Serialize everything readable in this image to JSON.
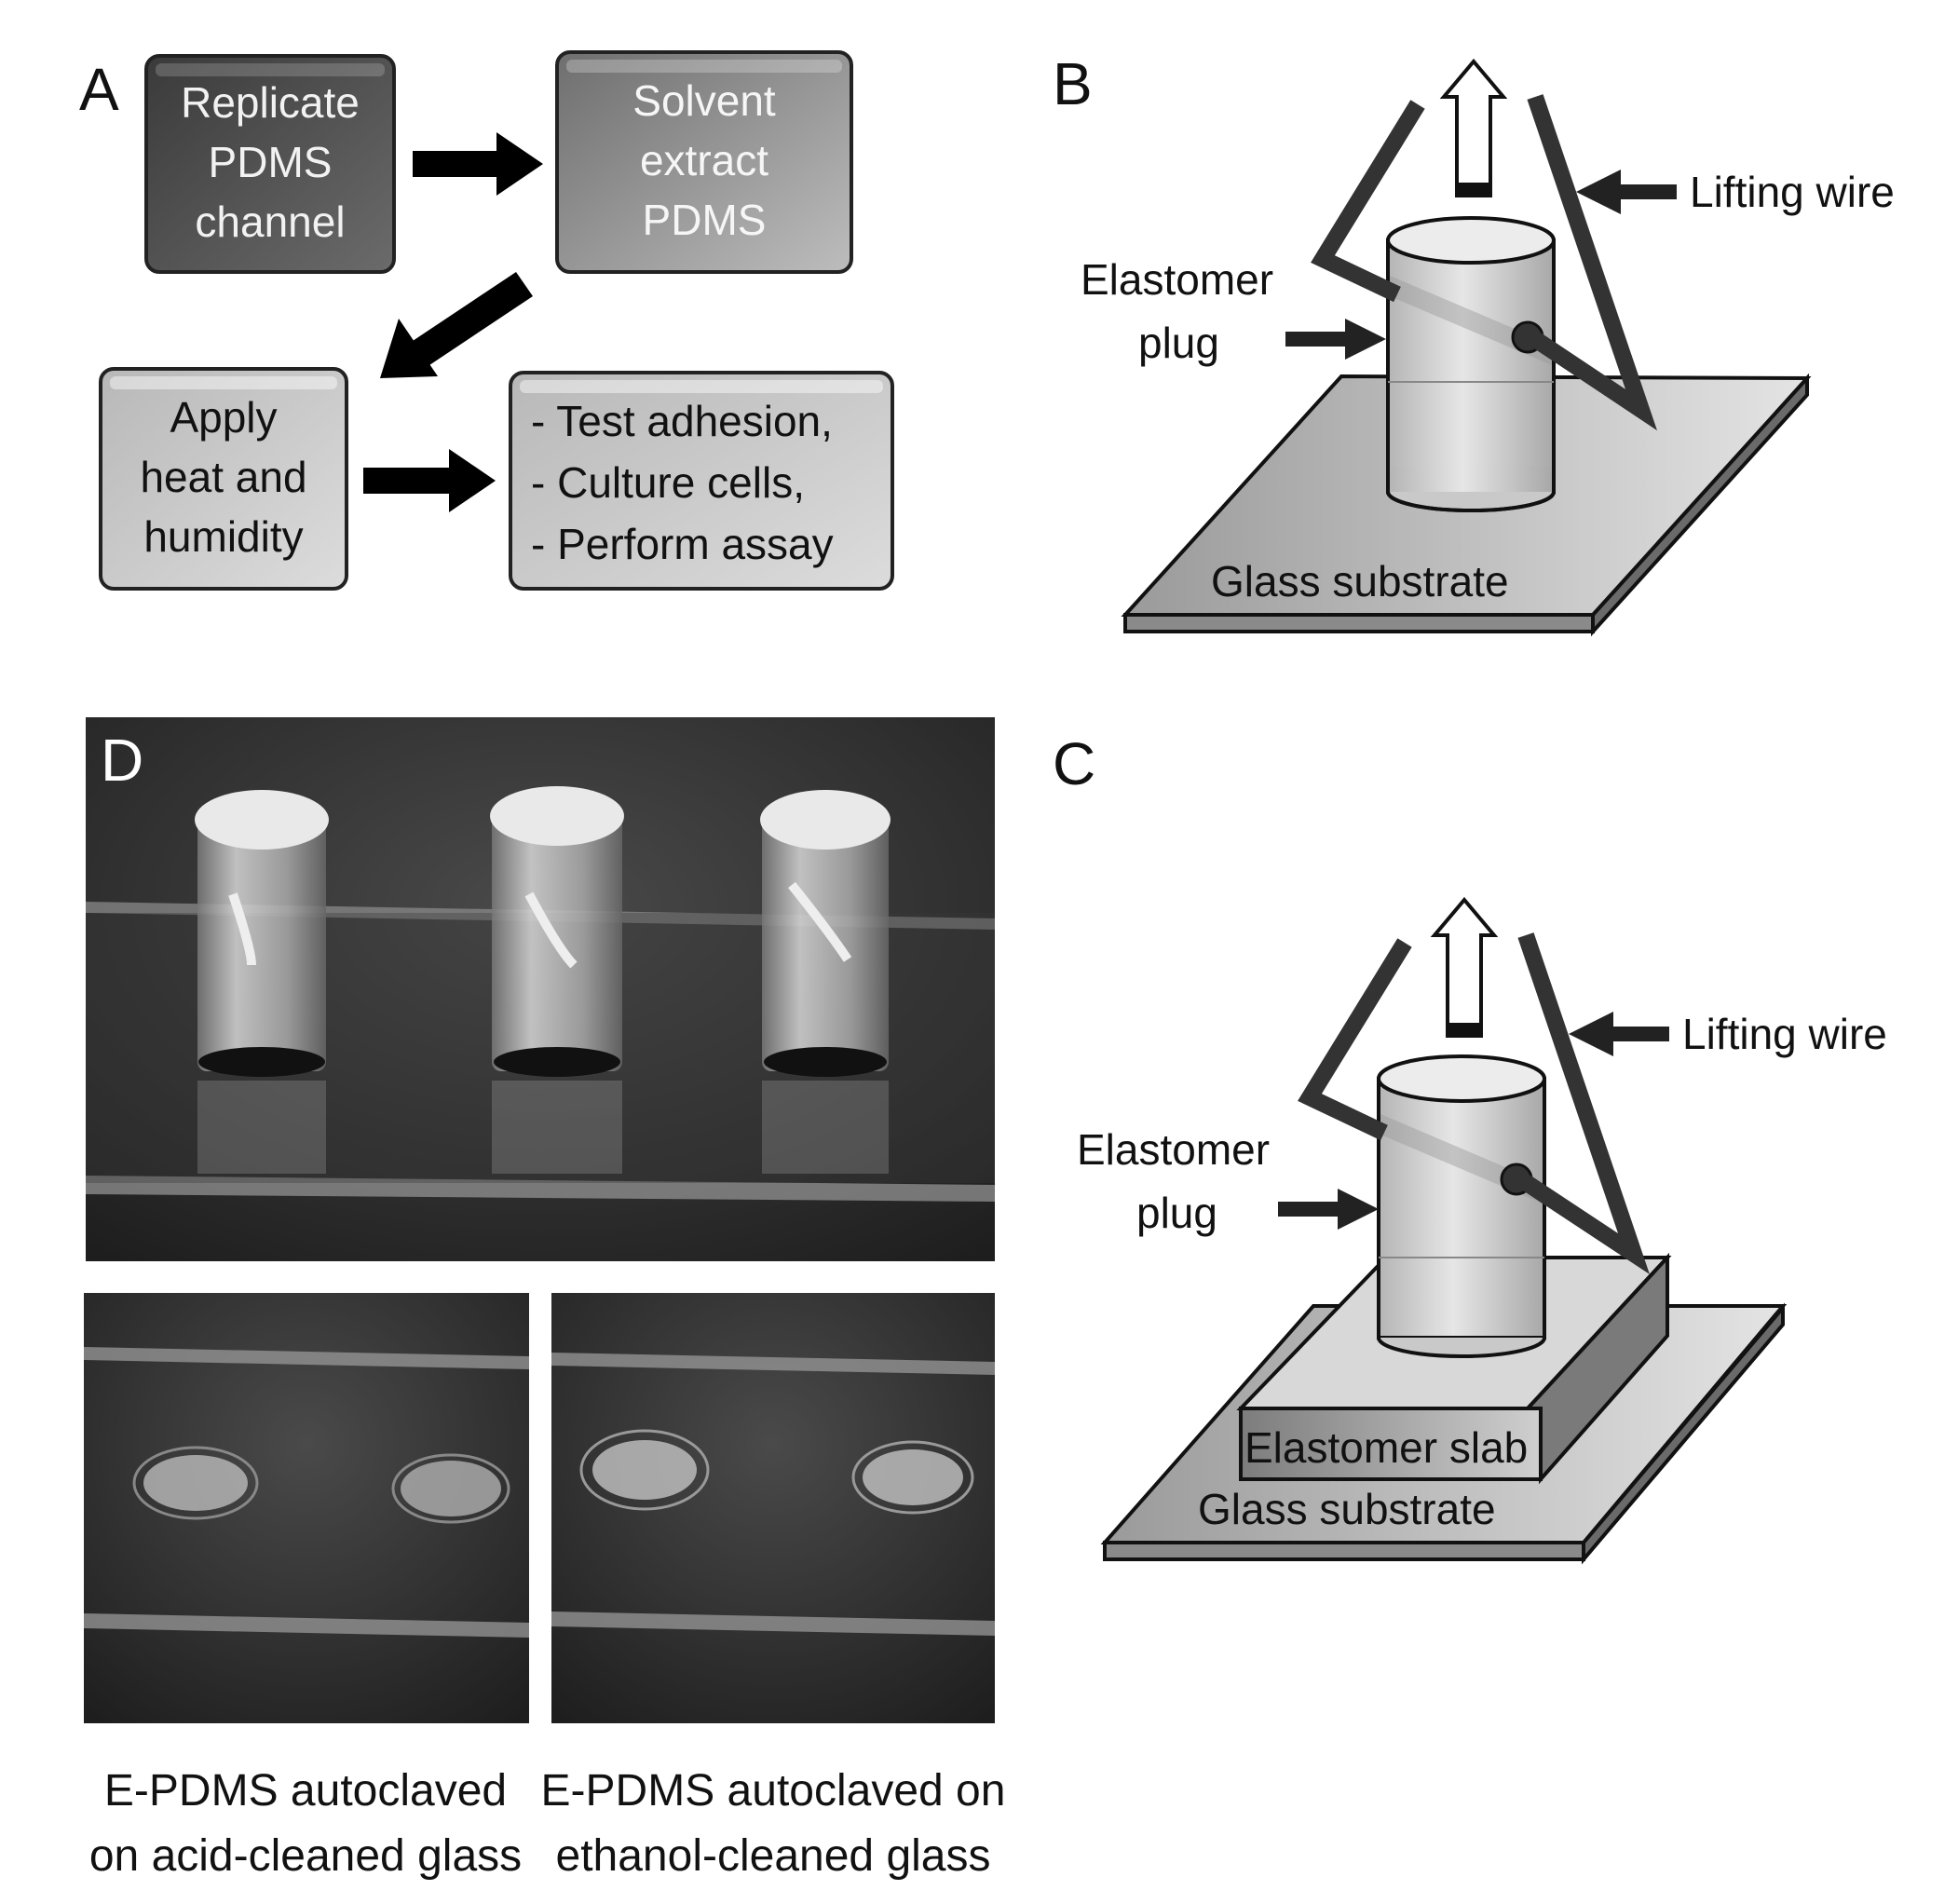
{
  "panels": {
    "A": {
      "letter": "A",
      "steps": [
        {
          "lines": [
            "Replicate",
            "PDMS",
            "channel"
          ]
        },
        {
          "lines": [
            "Solvent",
            "extract",
            "PDMS"
          ]
        },
        {
          "lines": [
            "Apply",
            "heat and",
            "humidity"
          ]
        },
        {
          "lines": [
            "- Test adhesion,",
            "- Culture cells,",
            "- Perform assay"
          ]
        }
      ]
    },
    "B": {
      "letter": "B",
      "lifting_wire": "Lifting wire",
      "plug_line1": "Elastomer",
      "plug_line2": "plug",
      "substrate": "Glass substrate"
    },
    "C": {
      "letter": "C",
      "lifting_wire": "Lifting wire",
      "plug_line1": "Elastomer",
      "plug_line2": "plug",
      "slab": "Elastomer slab",
      "substrate": "Glass substrate"
    },
    "D": {
      "letter": "D",
      "captions": [
        {
          "line1": "E-PDMS autoclaved",
          "line2": "on acid-cleaned glass"
        },
        {
          "line1": "E-PDMS autoclaved on",
          "line2": "ethanol-cleaned glass"
        }
      ]
    }
  },
  "colors": {
    "box_dark": "#4a4a4a",
    "box_mid": "#8a8a8a",
    "box_light": "#c8c8c8",
    "wire": "#333333",
    "photo_bg": "#2b2b2b"
  }
}
